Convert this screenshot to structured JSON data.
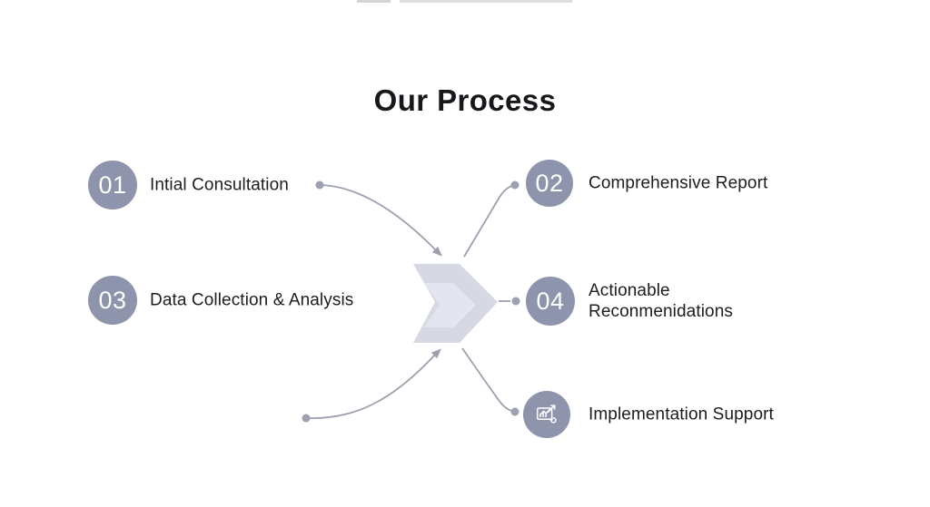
{
  "title": "Our Process",
  "steps": [
    {
      "number": "01",
      "label": "Intial Consultation"
    },
    {
      "number": "02",
      "label": "Comprehensive Report"
    },
    {
      "number": "03",
      "label": "Data Collection & Analysis"
    },
    {
      "number": "04",
      "label": "Actionable Reconmenidations"
    },
    {
      "icon": "growth-chart-icon",
      "label": "Implementation Support"
    }
  ],
  "colors": {
    "circle": "#8e94ac",
    "number_text": "#ffffff",
    "connector": "#9da1af",
    "chevron": "#d6d9e4",
    "chevron_highlight": "#e5e7f0",
    "title_text": "#17181b",
    "label_text": "#1c1d20",
    "top_artifact": "#dcdde1"
  }
}
